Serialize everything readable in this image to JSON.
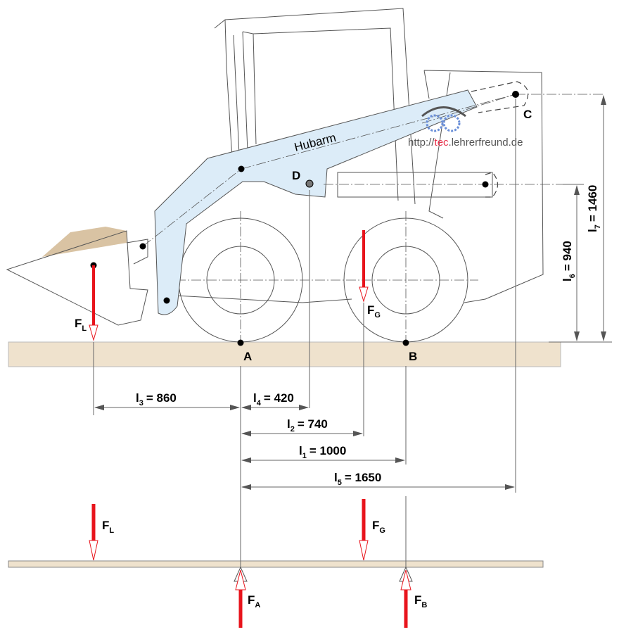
{
  "labels": {
    "A": "A",
    "B": "B",
    "C": "C",
    "D": "D",
    "hubarm": "Hubarm"
  },
  "watermark": {
    "prefix": "http://",
    "highlight": "tec",
    "suffix": ".lehrerfreund.de"
  },
  "forces": {
    "FL": {
      "main": "F",
      "sub": "L"
    },
    "FG": {
      "main": "F",
      "sub": "G"
    },
    "FA": {
      "main": "F",
      "sub": "A"
    },
    "FB": {
      "main": "F",
      "sub": "B"
    }
  },
  "dimensions": [
    {
      "main": "l",
      "sub": "3",
      "value": "= 860"
    },
    {
      "main": "l",
      "sub": "4",
      "value": "= 420"
    },
    {
      "main": "l",
      "sub": "2",
      "value": "= 740"
    },
    {
      "main": "l",
      "sub": "1",
      "value": "= 1000"
    },
    {
      "main": "l",
      "sub": "5",
      "value": "= 1650"
    },
    {
      "main": "l",
      "sub": "6",
      "value": "= 940"
    },
    {
      "main": "l",
      "sub": "7",
      "value": "= 1460"
    }
  ],
  "colors": {
    "force": "#e8141c",
    "arm": "#dcecf8",
    "ground": "#efe2cd",
    "watermark_accent": "#e8304a"
  }
}
